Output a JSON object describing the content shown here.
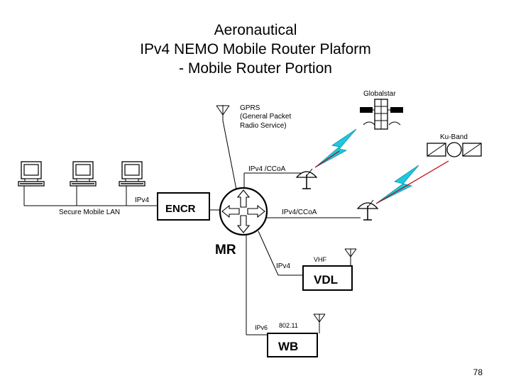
{
  "title": {
    "line1": "Aeronautical",
    "line2": "IPv4 NEMO Mobile Router Plaform",
    "line3": "- Mobile Router Portion"
  },
  "labels": {
    "globalstar": "Globalstar",
    "gprs_1": "GPRS",
    "gprs_2": "(General Packet",
    "gprs_3": "Radio Service)",
    "ku_band": "Ku-Band",
    "ipv4_ccoa_upper": "IPv4 /CCoA",
    "ipv4_ccoa_lower": "IPv4/CCoA",
    "ipv4_lan": "IPv4",
    "secure_lan": "Secure Mobile LAN",
    "encr": "ENCR",
    "mr": "MR",
    "vhf": "VHF",
    "ipv4_vdl": "IPv4",
    "vdl": "VDL",
    "ipv6": "IPv6",
    "wifi": "802.11",
    "wb": "WB"
  },
  "page_number": "78"
}
